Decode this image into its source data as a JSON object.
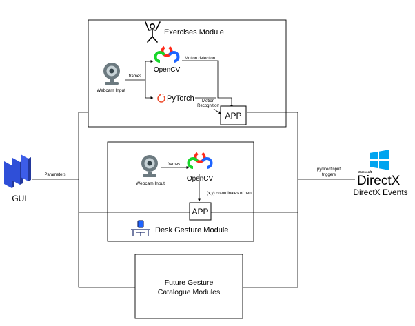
{
  "exercises_module": {
    "title": "Exercises Module",
    "webcam_label": "Webcam Input",
    "frames_label": "frames",
    "opencv_label": "OpenCV",
    "pytorch_label": "PyTorch",
    "motion_detection_label": "Motion detection",
    "motion_recognition_line1": "Motion",
    "motion_recognition_line2": "Recognition",
    "app_label": "APP"
  },
  "desk_module": {
    "title": "Desk Gesture Module",
    "webcam_label": "Webcam Input",
    "frames_label": "frames",
    "opencv_label": "OpenCV",
    "coords_label": "(x,y) co-ordinates of pen",
    "app_label": "APP"
  },
  "future_module": {
    "line1": "Future Gesture",
    "line2": "Catalogue Modules"
  },
  "gui": {
    "label": "GUI",
    "parameters_label": "Parameters"
  },
  "directx": {
    "trigger_line1": "pydirectinput",
    "trigger_line2": "triggers",
    "microsoft_label": "Microsoft",
    "logo_text": "DirectX",
    "events_label": "DirectX Events"
  },
  "colors": {
    "gui_blue": "#2f4fd8",
    "gui_dark": "#23389c",
    "windows_blue": "#00a4ef",
    "opencv_red": "#ff2a1a",
    "opencv_green": "#17d62a",
    "opencv_blue": "#1e64ff",
    "pytorch_orange": "#ee4c2c",
    "webcam_gray": "#6c7a80"
  }
}
